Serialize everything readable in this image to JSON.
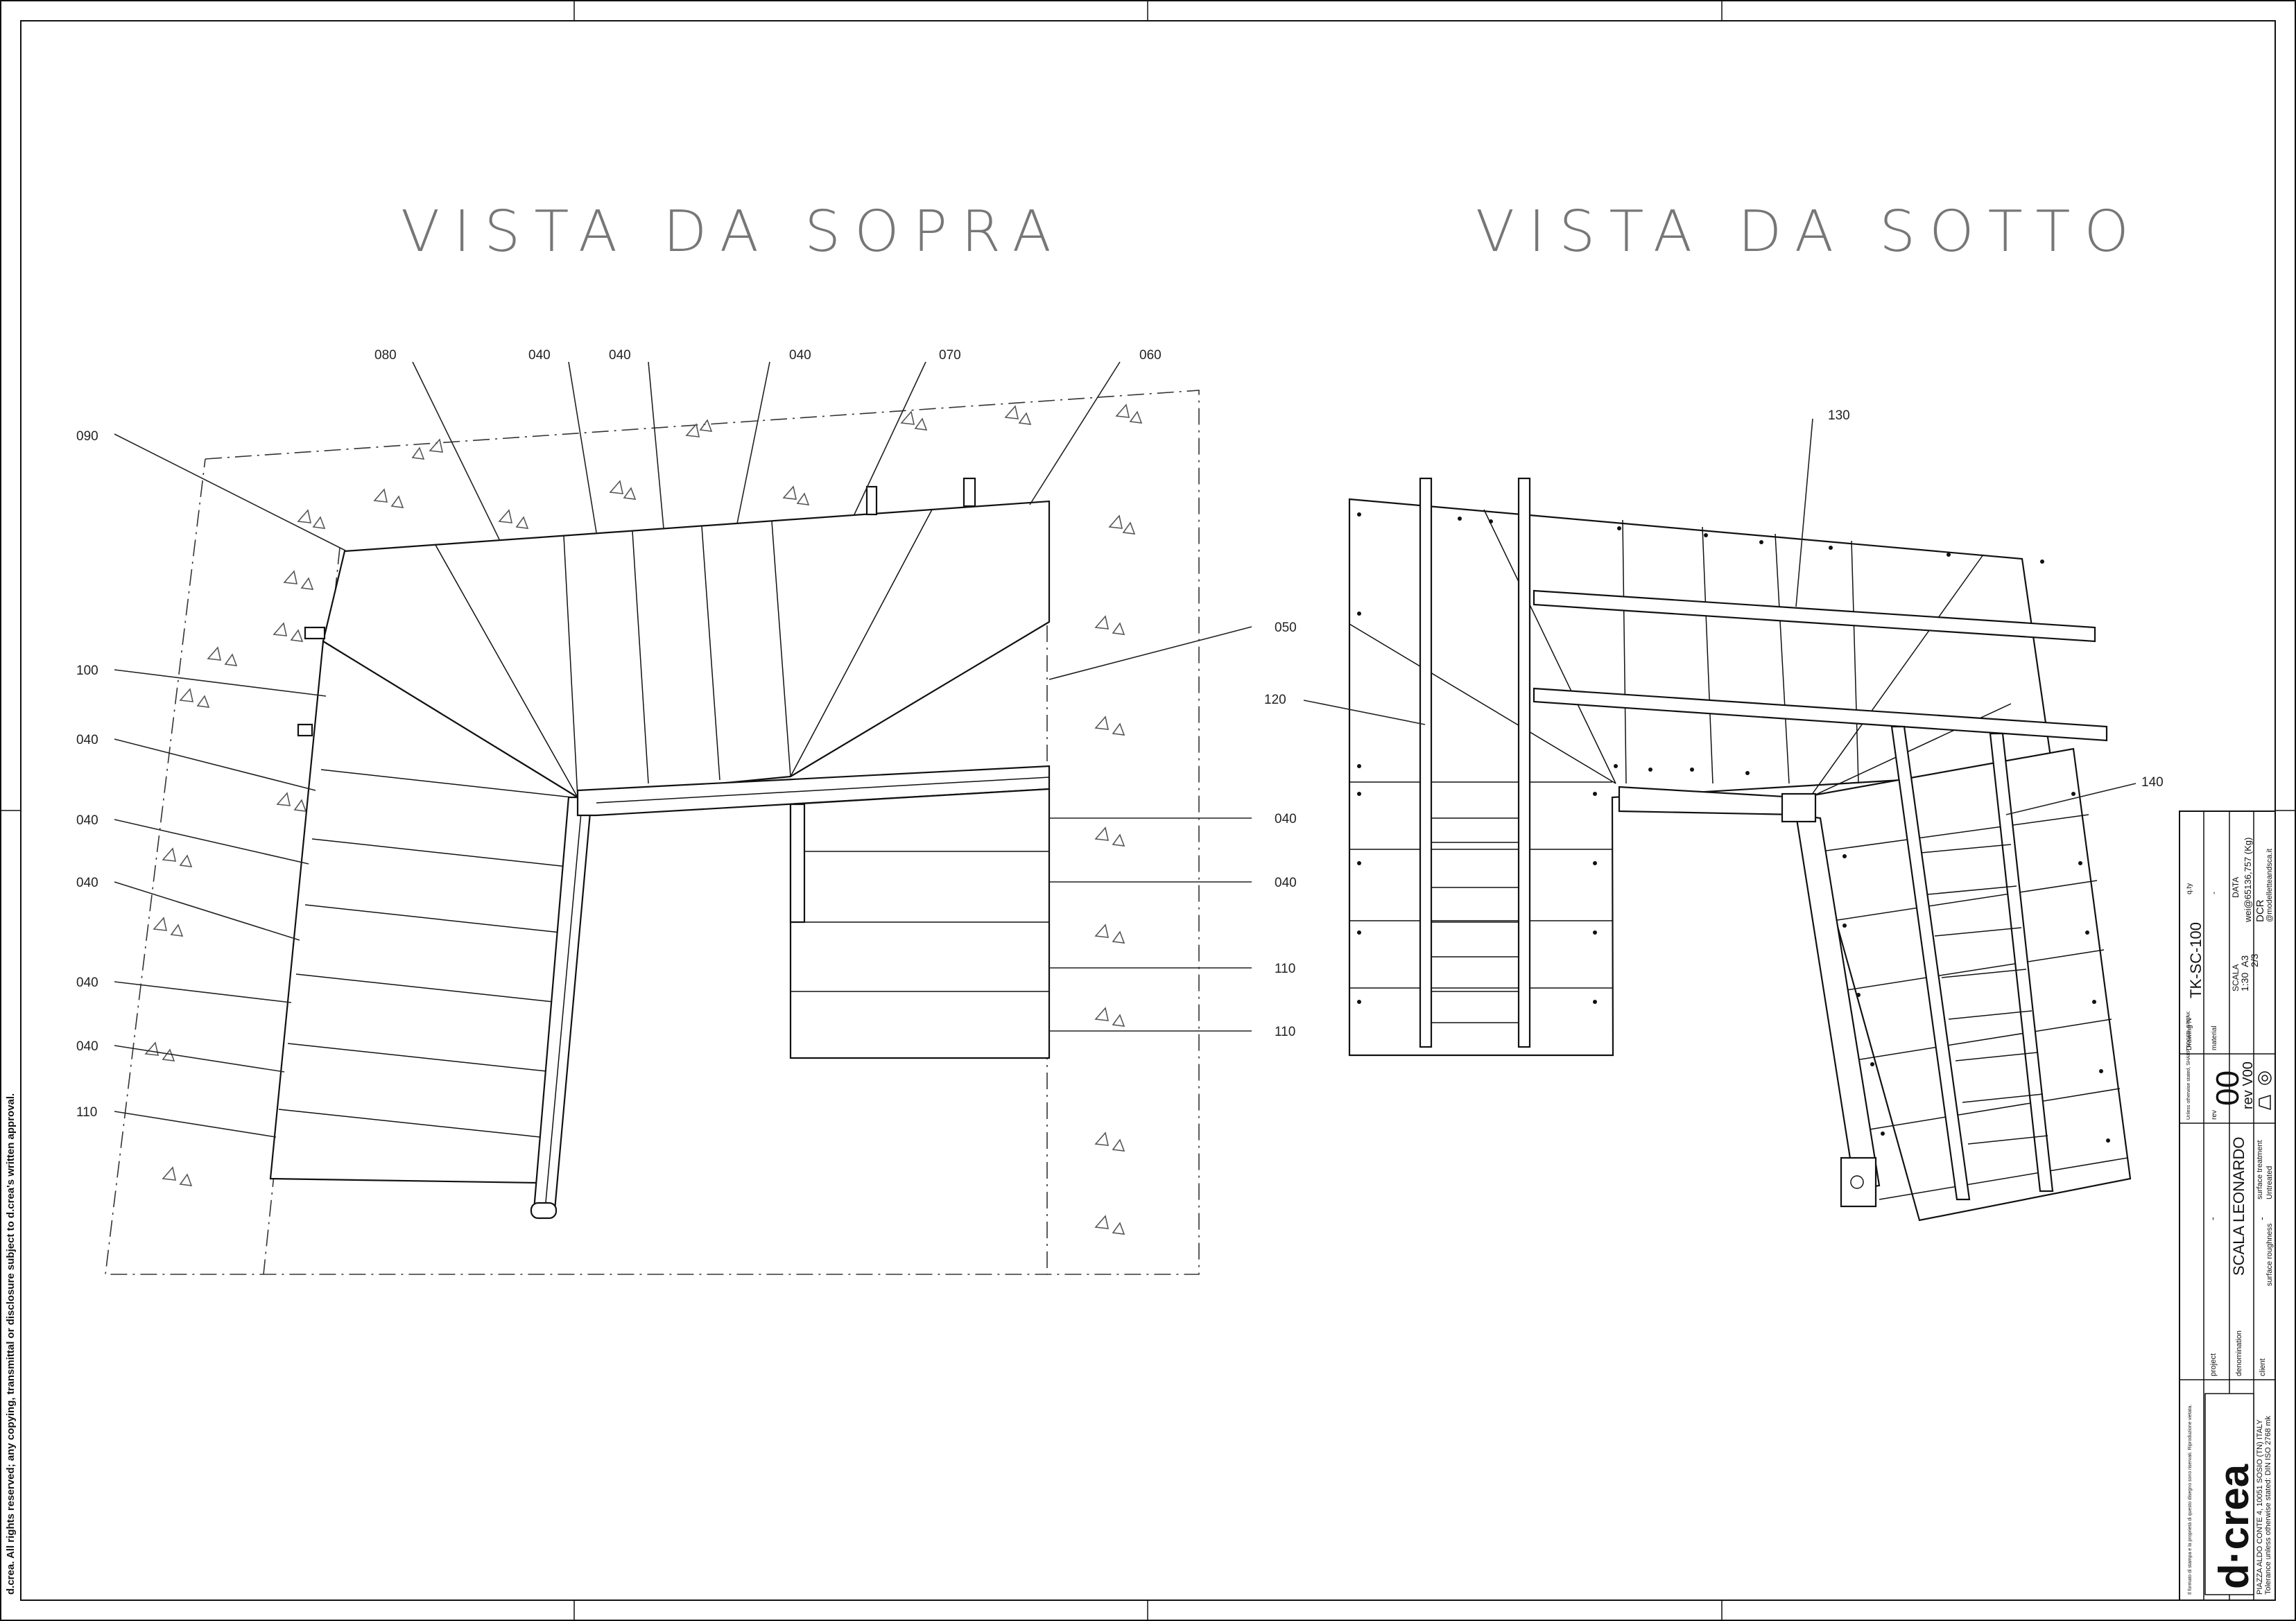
{
  "views": {
    "top_title": "VISTA DA SOPRA",
    "bottom_title": "VISTA DA SOTTO"
  },
  "callouts_top": [
    {
      "label": "080"
    },
    {
      "label": "040"
    },
    {
      "label": "040"
    },
    {
      "label": "040"
    },
    {
      "label": "070"
    },
    {
      "label": "060"
    },
    {
      "label": "090"
    },
    {
      "label": "100"
    },
    {
      "label": "040"
    },
    {
      "label": "040"
    },
    {
      "label": "040"
    },
    {
      "label": "040"
    },
    {
      "label": "040"
    },
    {
      "label": "110"
    },
    {
      "label": "050"
    },
    {
      "label": "040"
    },
    {
      "label": "040"
    },
    {
      "label": "110"
    },
    {
      "label": "110"
    }
  ],
  "callouts_bottom": [
    {
      "label": "130"
    },
    {
      "label": "120"
    },
    {
      "label": "140"
    }
  ],
  "copyright": "d.crea. All rights reserved; any copying, transmittal or disclosure subject to d.crea's written approval.",
  "title_block": {
    "logo_text": "d·crea",
    "company_address": "PIAZZA ALDO CONTE 4, 10051 SOSIO (TN) ITALY",
    "tolerance_note": "Tolerance unless otherwise stated: DIN ISO 2768 mk",
    "fine_print": "Il formato di stampa e la proprietà di questo disegno sono riservati. Riproduzione vietata.",
    "project_label": "project",
    "project_value": "-",
    "denomination_label": "denomination",
    "denomination_value": "SCALA LEONARDO",
    "client_label": "client",
    "client_value": "-",
    "surface_roughness_label": "surface roughness",
    "surface_treatment_label": "surface treatment",
    "surface_treatment_value": "Untreated",
    "drawing_no_label": "Drawing N°",
    "drawing_no_value": "TK-SC-100",
    "material_label": "material",
    "qty_label": "q.ty",
    "qty_value": "-",
    "rev_label": "rev",
    "rev_value": "00",
    "rev_version": "rev V00",
    "scale_label": "SCALA",
    "scale_value": "1:30",
    "format_value": "A3",
    "sheet_value": "2/3",
    "date_label": "DATA",
    "weight_value": "wei@65136,757 (Kg)",
    "author_value": "DCR",
    "email_value": "@modelletteandsca.it",
    "stamp_note": "Unless otherwise stated, SHARP EDGES, BREAK"
  }
}
